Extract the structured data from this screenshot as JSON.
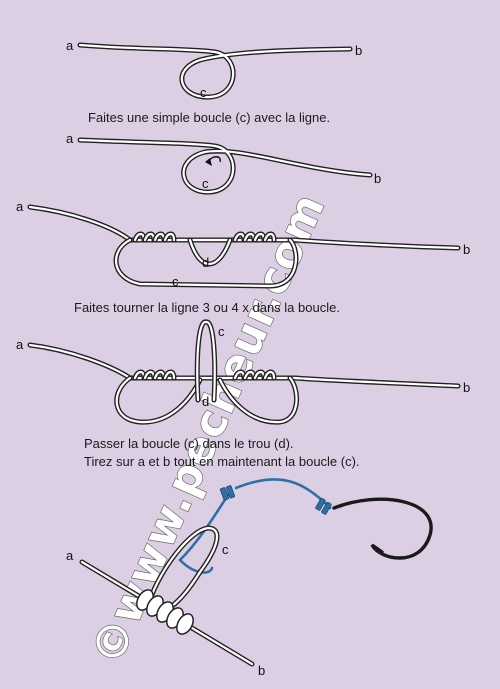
{
  "background_color": "#dccfe3",
  "line_color": "#ffffff",
  "outline_color": "#222222",
  "leader_color": "#2f6fa8",
  "watermark": "©www.pecheur.com",
  "captions": {
    "step1": "Faites une simple boucle (c) avec la ligne.",
    "step3": "Faites tourner la ligne 3 ou 4 x dans la boucle.",
    "step4_line1": "Passer la boucle (c) dans le trou (d).",
    "step4_line2": "Tirez sur a et b tout en maintenant la boucle (c)."
  },
  "labels": {
    "a": "a",
    "b": "b",
    "c": "c",
    "d": "d"
  }
}
